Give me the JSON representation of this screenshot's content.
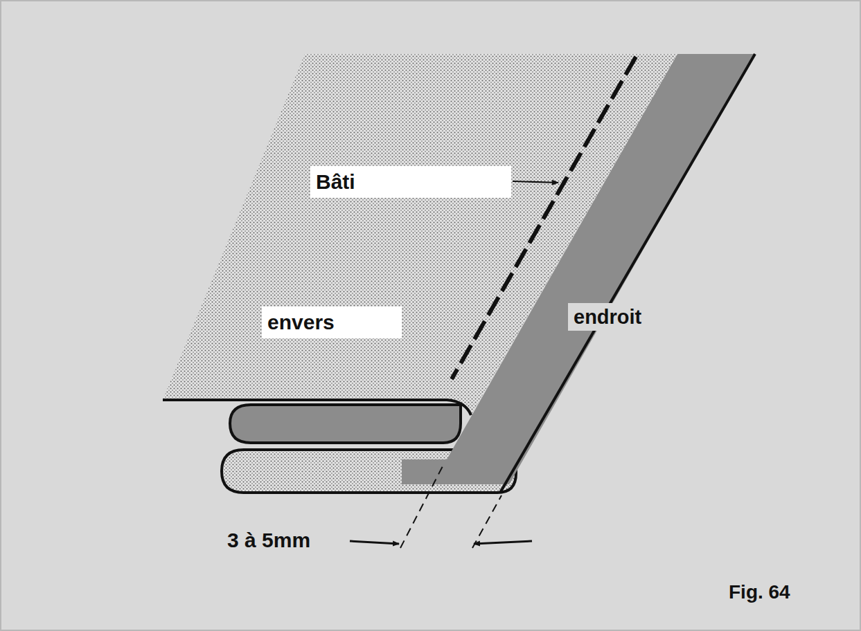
{
  "diagram": {
    "caption": "Fig. 64",
    "labels": [
      "Bâti",
      "envers",
      "endroit",
      "3 à 5mm"
    ]
  }
}
